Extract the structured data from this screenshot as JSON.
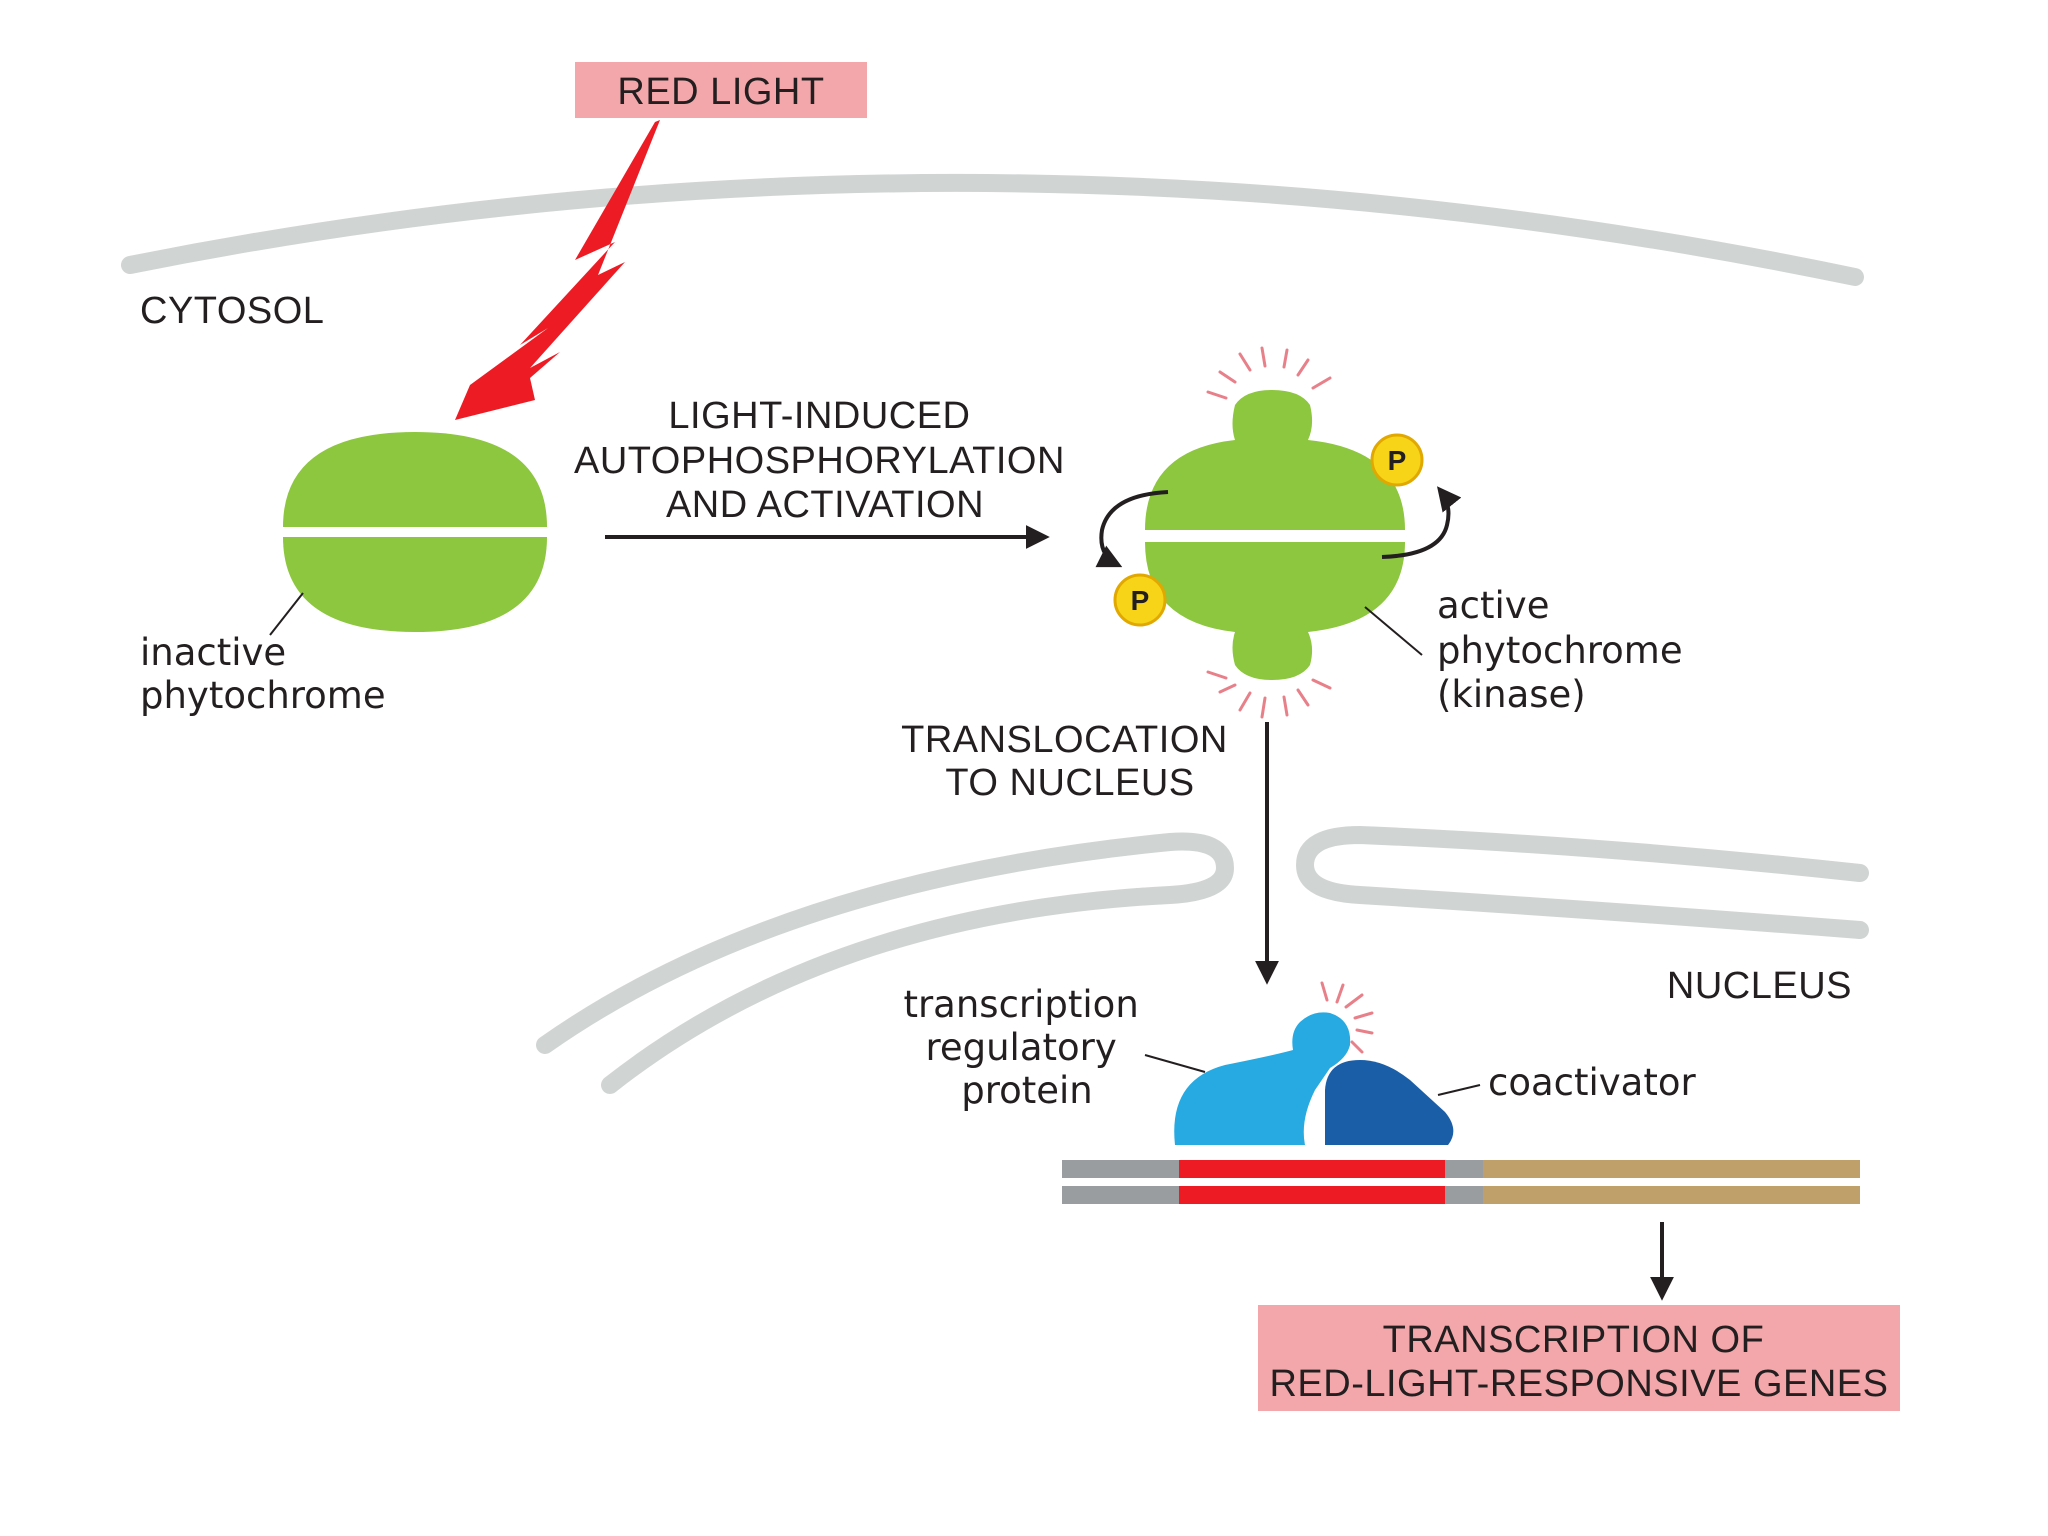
{
  "labels": {
    "red_light": "RED LIGHT",
    "cytosol": "CYTOSOL",
    "arrow_line1": "LIGHT-INDUCED",
    "arrow_line2": "AUTOPHOSPHORYLATION",
    "arrow_line3": "AND ACTIVATION",
    "inactive_line1": "inactive",
    "inactive_line2": "phytochrome",
    "active_line1": "active",
    "active_line2": "phytochrome",
    "active_line3": "(kinase)",
    "phosphate": "P",
    "translocation_line1": "TRANSLOCATION",
    "translocation_line2": "TO NUCLEUS",
    "nucleus": "NUCLEUS",
    "trp_line1": "transcription",
    "trp_line2": "regulatory",
    "trp_line3": "protein",
    "coactivator": "coactivator",
    "output_line1": "TRANSCRIPTION OF",
    "output_line2": "RED-LIGHT-RESPONSIVE GENES"
  },
  "colors": {
    "membrane": "#d0d5d4",
    "phytochrome": "#8dc63f",
    "phosphate": "#f7d417",
    "light_bolt": "#ed1c24",
    "label_box": "#f4a7aa",
    "trp_protein": "#27aae1",
    "coactivator": "#1b5ea8",
    "dna_gray": "#999d9f",
    "dna_promoter": "#ed1c24",
    "dna_gene": "#c0a06a"
  }
}
